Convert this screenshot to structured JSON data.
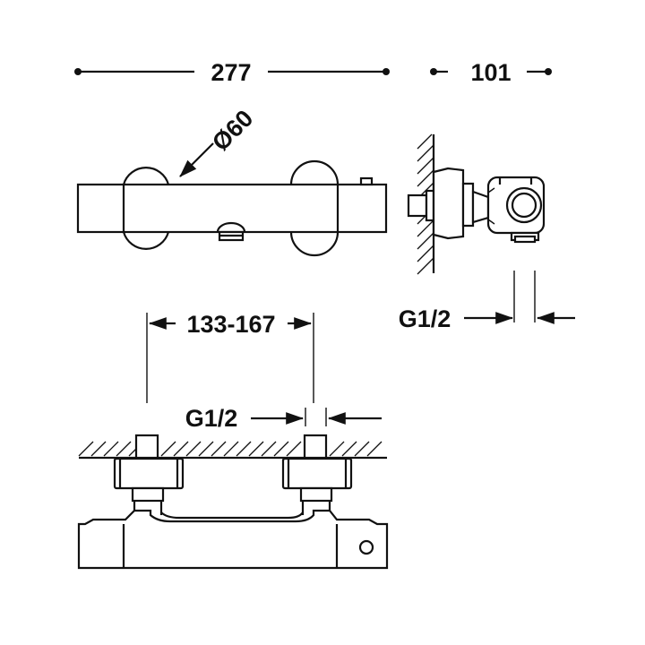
{
  "dimensions": {
    "total_length": "277",
    "depth": "101",
    "diameter": "Ø60",
    "center_distance": "133-167",
    "thread_side": "G1/2",
    "thread_bottom": "G1/2"
  },
  "colors": {
    "line": "#111111",
    "background": "#ffffff"
  }
}
